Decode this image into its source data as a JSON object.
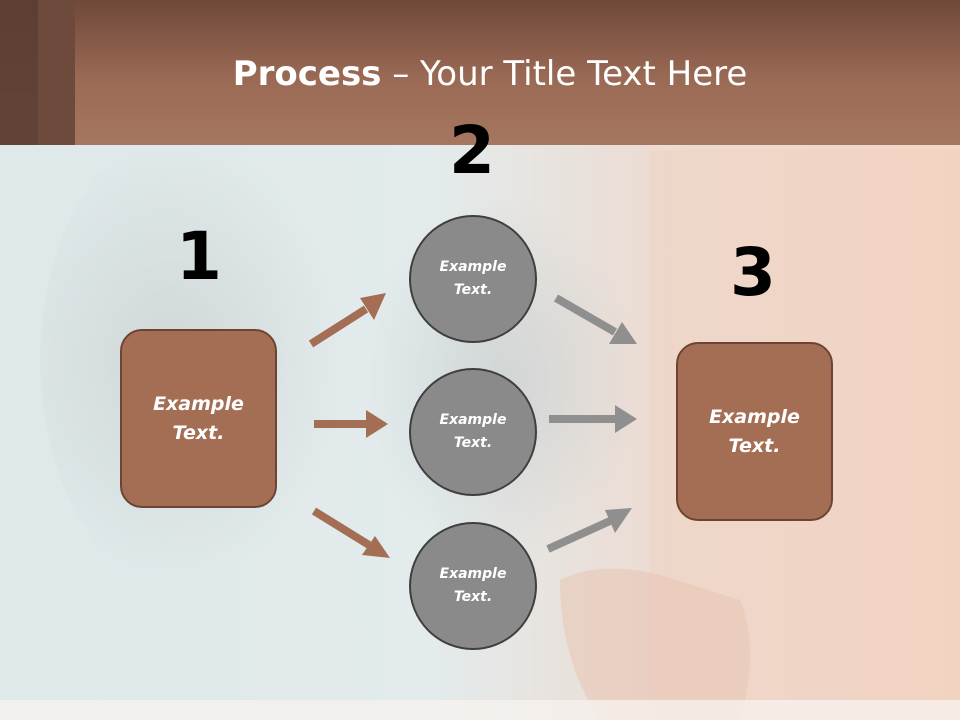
{
  "title": {
    "bold": "Process",
    "rest": " – Your Title Text Here"
  },
  "steps": [
    {
      "number": "1",
      "label": "Example Text."
    },
    {
      "number": "2",
      "items": [
        "Example Text.",
        "Example Text.",
        "Example Text."
      ]
    },
    {
      "number": "3",
      "label": "Example Text."
    }
  ],
  "colors": {
    "box_fill": "#a46e54",
    "circle_fill": "#8a8a8a",
    "brown_arrow": "#a46e54",
    "gray_arrow": "#8f8f8f",
    "title_band": "#9a6a55"
  }
}
